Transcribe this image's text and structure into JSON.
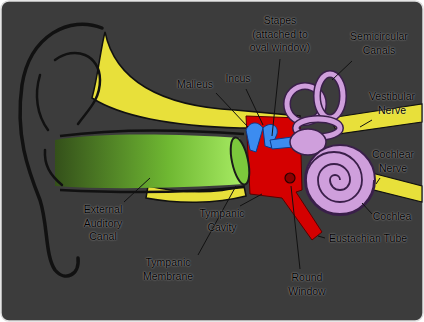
{
  "diagram": {
    "labels": [
      "Stapes (attached to oval window)",
      "Malleus",
      "Incus",
      "Semicircular Canals",
      "Vestibular Nerve",
      "Cochlear Nerve",
      "Cochlea",
      "External Auditory Canal",
      "Tympanic Cavity",
      "Eustachian Tube",
      "Tympanic Membrane",
      "Round Window"
    ]
  }
}
